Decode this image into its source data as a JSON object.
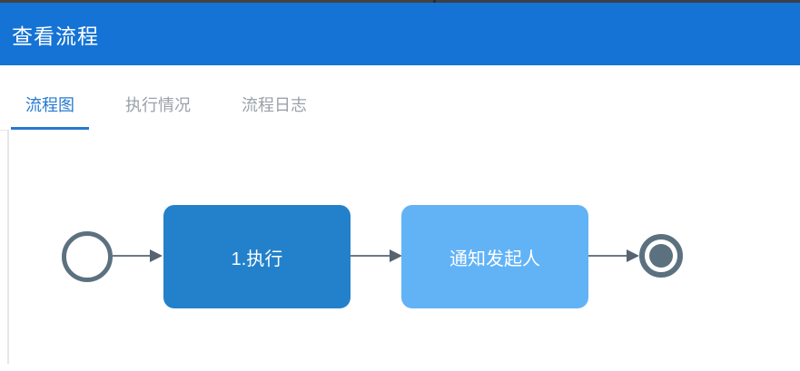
{
  "header": {
    "title": "查看流程",
    "bg_color": "#1573d6",
    "text_color": "#ffffff"
  },
  "tabs": {
    "items": [
      {
        "label": "流程图",
        "active": true
      },
      {
        "label": "执行情况",
        "active": false
      },
      {
        "label": "流程日志",
        "active": false
      }
    ],
    "active_color": "#2679ce",
    "inactive_color": "#9aa1a8"
  },
  "diagram": {
    "start_event": {
      "shape": "circle-outline",
      "color": "#5c7180"
    },
    "nodes": [
      {
        "label": "1.执行",
        "fill": "#2381cb",
        "text_color": "#ffffff"
      },
      {
        "label": "通知发起人",
        "fill": "#62b3f6",
        "text_color": "#ffffff"
      }
    ],
    "end_event": {
      "shape": "circle-ring-filled",
      "color": "#5c7180"
    },
    "connector_color": "#6b7886"
  }
}
